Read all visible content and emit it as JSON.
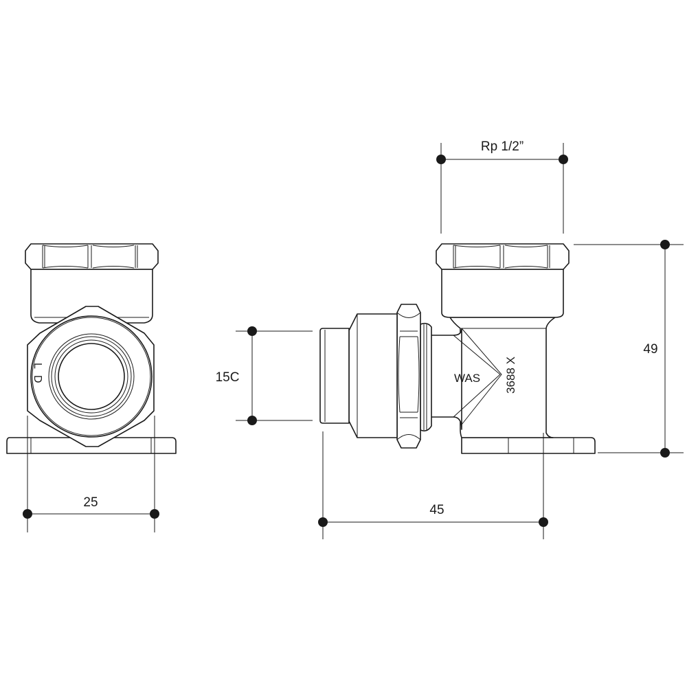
{
  "dimensions": {
    "thread_size": "Rp 1/2”",
    "height": "49",
    "pipe_size": "15C",
    "width": "25",
    "length": "45"
  },
  "markings": {
    "brand": "WAS",
    "code": "3688 X",
    "side_letter_1": "L",
    "side_letter_2": "D"
  }
}
